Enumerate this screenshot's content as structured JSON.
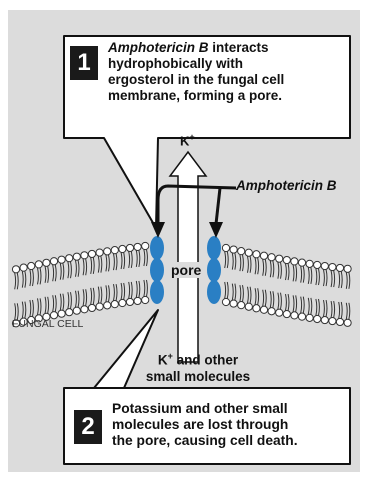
{
  "step1": {
    "number": "1",
    "drug_name": "Amphotericin B",
    "line1_rest": " interacts",
    "line2": "hydrophobically with",
    "line3": "ergosterol in the fungal cell",
    "line4": "membrane, forming a pore."
  },
  "step2": {
    "number": "2",
    "line1": "Potassium and other small",
    "line2": "molecules are lost through",
    "line3": "the pore, causing cell death."
  },
  "labels": {
    "k_top": "K",
    "k_top_sup": "+",
    "amphotericin": "Amphotericin B",
    "pore": "pore",
    "fungal_cell": "FUNGAL CELL",
    "k_bottom": "K",
    "k_bottom_sup": "+",
    "k_bottom_rest": " and other",
    "small_molecules": "small molecules"
  },
  "colors": {
    "panel_bg": "#dcdcdc",
    "callout_bg": "#ffffff",
    "badge_bg": "#1a1a1a",
    "pore_blue": "#2a7fc4",
    "lipid_outline": "#333333",
    "arrow_black": "#111111"
  }
}
